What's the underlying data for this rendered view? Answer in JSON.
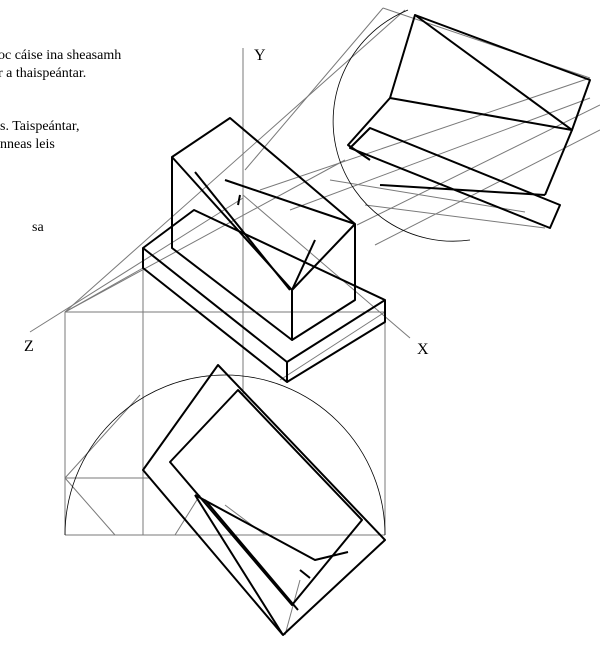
{
  "text": {
    "line1": "oc cáise ina sheasamh",
    "line2": "r a thaispeántar.",
    "line3": "s. Taispeántar,",
    "line4": "nneas leis",
    "line5": "sa"
  },
  "axes": {
    "x_label": "X",
    "y_label": "Y",
    "z_label": "Z"
  },
  "colors": {
    "ink": "#000000",
    "construction": "#7a7a7a",
    "background": "#ffffff"
  }
}
